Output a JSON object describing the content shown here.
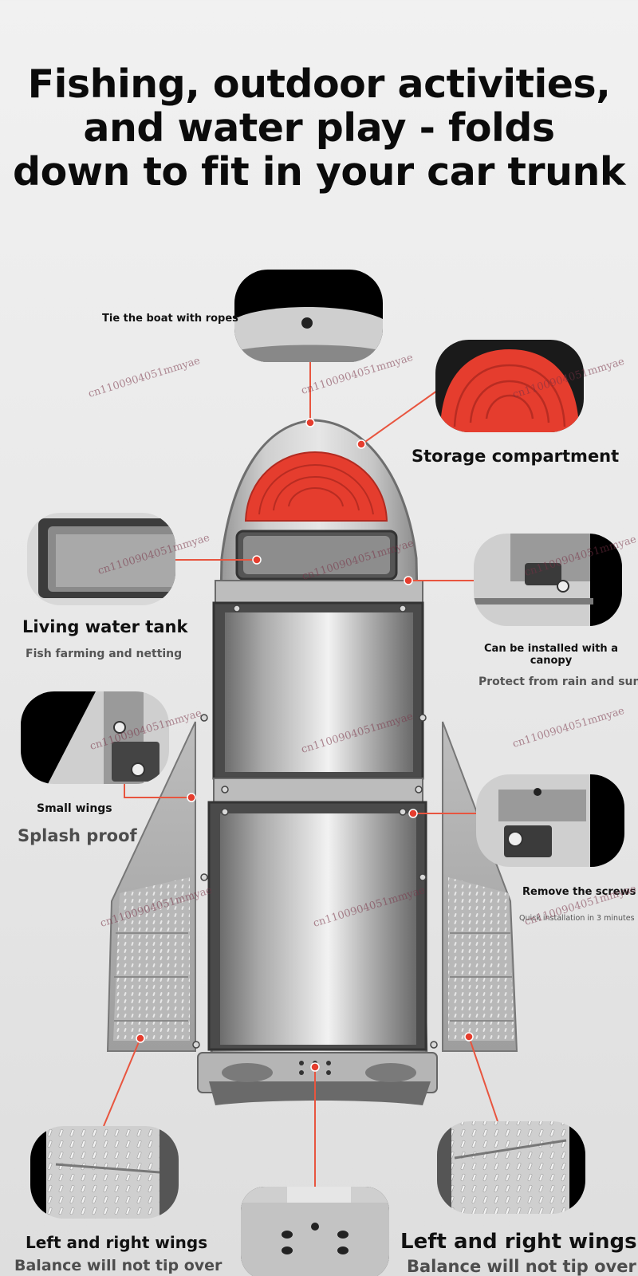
{
  "headline": {
    "line1": "Fishing, outdoor activities,",
    "line2": "and water play - folds",
    "line3": "down to fit in your car trunk"
  },
  "callouts": {
    "tie_rope": "Tie the boat with ropes",
    "storage": "Storage compartment",
    "water_tank_title": "Living water tank",
    "water_tank_sub": "Fish farming and netting",
    "canopy_title_1": "Can be installed with a",
    "canopy_title_2": "canopy",
    "canopy_sub": "Protect from rain and sun",
    "small_wings_title": "Small wings",
    "small_wings_sub": "Splash proof",
    "screws_title": "Remove the screws",
    "screws_sub": "Quick installation in 3 minutes",
    "left_wings_title": "Left and right wings",
    "left_wings_sub": "Balance will not tip over",
    "right_wings_title": "Left and right wings",
    "right_wings_sub": "Balance will not tip over"
  },
  "watermark": "cn1100904051mmyae",
  "colors": {
    "accent_red": "#e53d2e",
    "leader_line": "#e8553f",
    "hull_gray": "#9a9a9a"
  }
}
